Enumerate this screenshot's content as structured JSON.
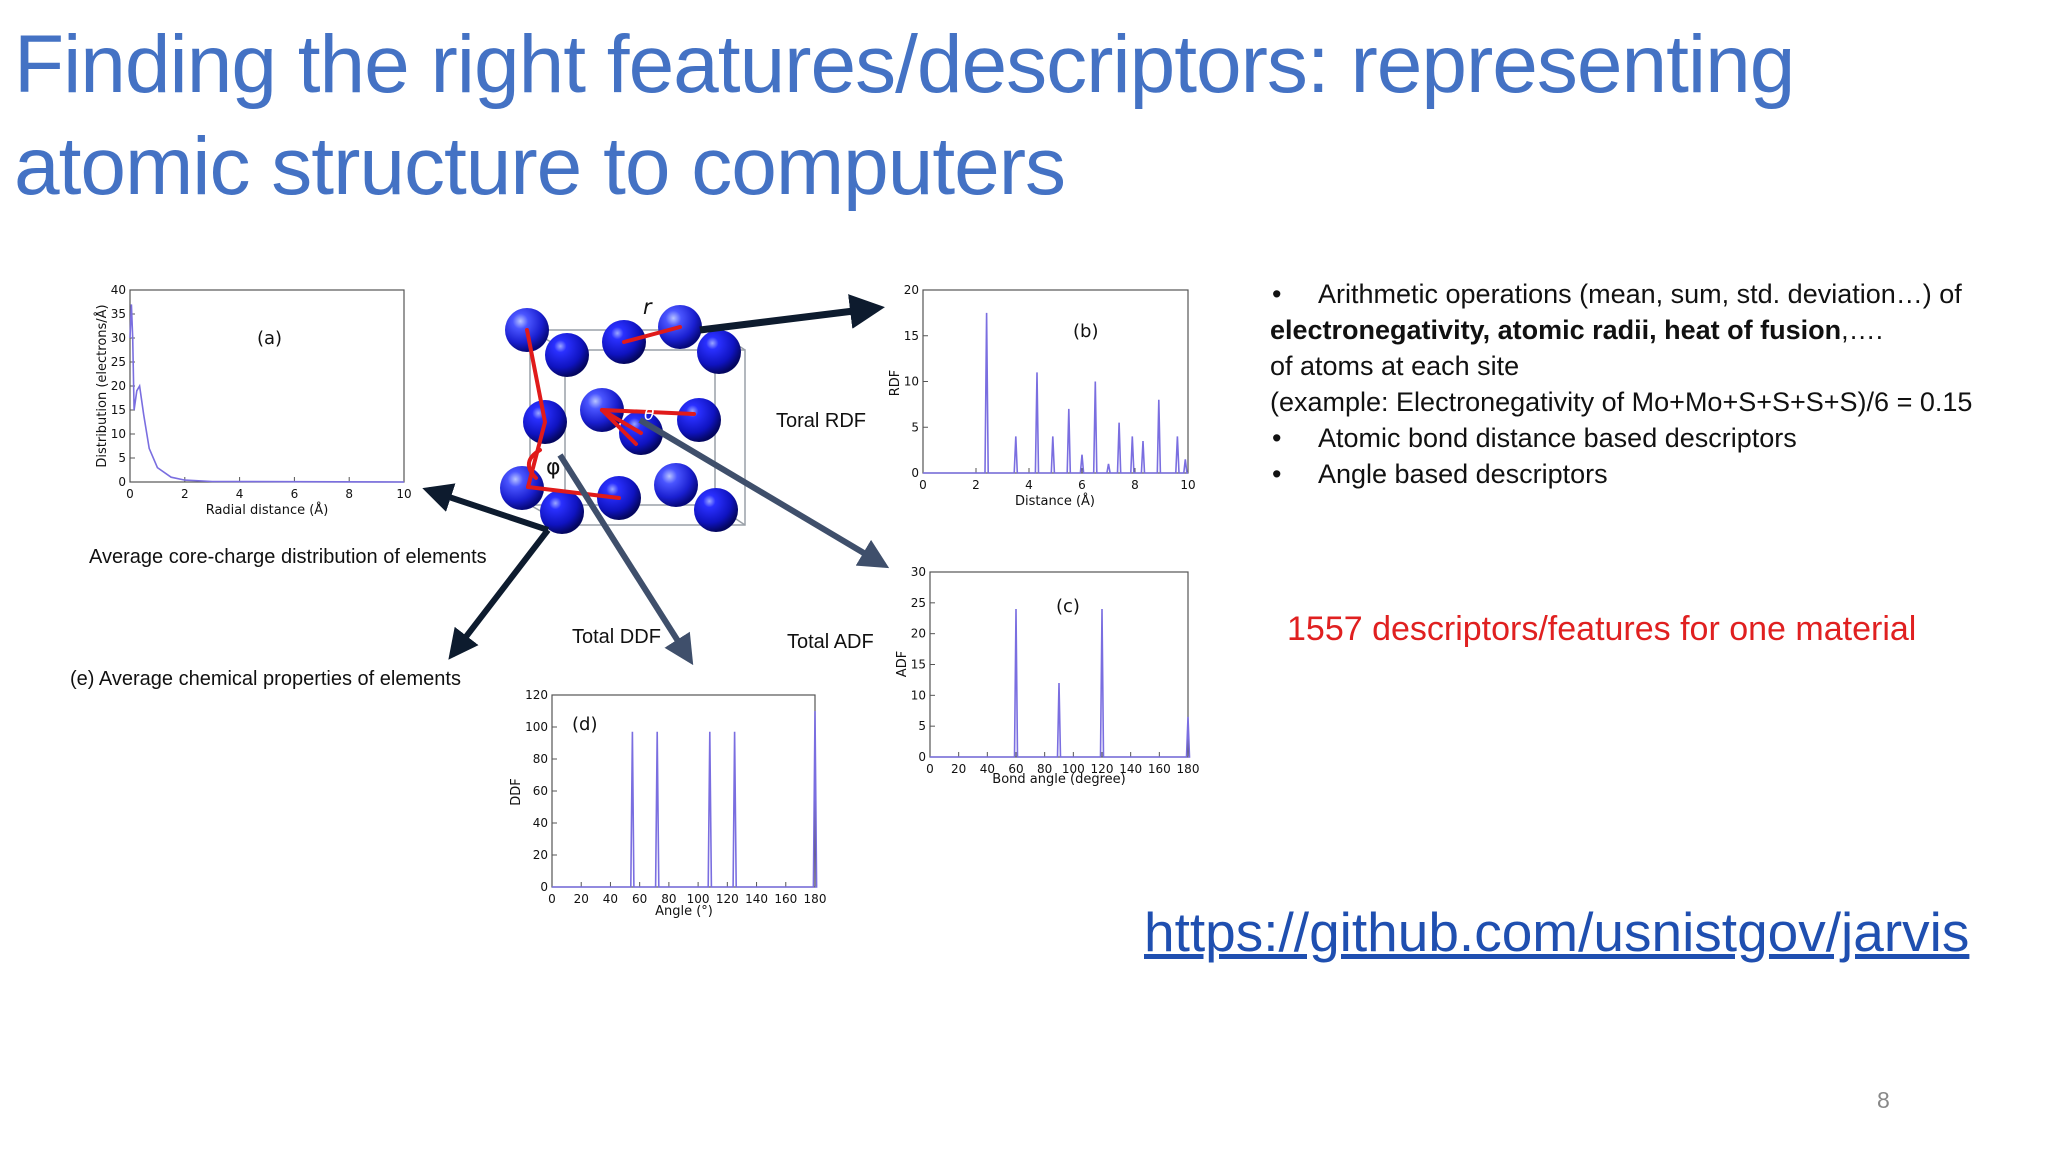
{
  "slide": {
    "title_line1": "Finding the right features/descriptors: representing",
    "title_line2": "atomic structure to computers",
    "bullets": {
      "b1": "Arithmetic operations (mean, sum, std. deviation…) of",
      "b1_bold": "electronegativity, atomic radii, heat of fusion",
      "b1_end": ",….",
      "b1_line3": "of atoms at each site",
      "b1_line4": "(example: Electronegativity  of Mo+Mo+S+S+S+S)/6 = 0.15",
      "b2": "Atomic bond distance based descriptors",
      "b3": "Angle based descriptors"
    },
    "highlight": "1557 descriptors/features for one material",
    "link": "https://github.com/usnistgov/jarvis",
    "page_number": "8",
    "colors": {
      "title": "#4472C4",
      "highlight": "#e02020",
      "link": "#1f4fb0"
    }
  },
  "figure": {
    "labels": {
      "core_charge": "Average core-charge distribution of elements",
      "chem_props": "(e) Average chemical properties of elements",
      "rdf": "Toral RDF",
      "ddf": "Total DDF",
      "adf": "Total ADF",
      "r": "r",
      "theta": "θ",
      "phi": "φ"
    },
    "panels": [
      {
        "id": "a",
        "label": "(a)",
        "xlabel": "Radial distance (Å)",
        "ylabel": "Distribution (electrons/Å)",
        "xticks": [
          "0",
          "2",
          "4",
          "6",
          "8",
          "10"
        ],
        "yticks": [
          "0",
          "5",
          "10",
          "15",
          "20",
          "25",
          "30",
          "35",
          "40"
        ]
      },
      {
        "id": "b",
        "label": "(b)",
        "xlabel": "Distance (Å)",
        "ylabel": "RDF",
        "xticks": [
          "0",
          "2",
          "4",
          "6",
          "8",
          "10"
        ],
        "yticks": [
          "0",
          "5",
          "10",
          "15",
          "20"
        ]
      },
      {
        "id": "c",
        "label": "(c)",
        "xlabel": "Bond angle (degree)",
        "ylabel": "ADF",
        "xticks": [
          "0",
          "20",
          "40",
          "60",
          "80",
          "100",
          "120",
          "140",
          "160",
          "180"
        ],
        "yticks": [
          "0",
          "5",
          "10",
          "15",
          "20",
          "25",
          "30"
        ]
      },
      {
        "id": "d",
        "label": "(d)",
        "xlabel": "Angle (°)",
        "ylabel": "DDF",
        "xticks": [
          "0",
          "20",
          "40",
          "60",
          "80",
          "100",
          "120",
          "140",
          "160",
          "180"
        ],
        "yticks": [
          "0",
          "20",
          "40",
          "60",
          "80",
          "100",
          "120"
        ]
      }
    ]
  },
  "chart_data": [
    {
      "type": "line",
      "title": "(a)",
      "xlabel": "Radial distance (Å)",
      "ylabel": "Distribution (electrons/Å)",
      "xlim": [
        0,
        10
      ],
      "ylim": [
        0,
        40
      ],
      "series": [
        {
          "x": [
            0,
            0.05,
            0.1,
            0.15,
            0.25,
            0.35,
            0.5,
            0.7,
            1.0,
            1.5,
            2,
            3,
            10
          ],
          "y": [
            30,
            37,
            30,
            15,
            19,
            20,
            14,
            7,
            3,
            1,
            0.4,
            0.1,
            0
          ]
        }
      ]
    },
    {
      "type": "line",
      "title": "(b)",
      "xlabel": "Distance (Å)",
      "ylabel": "RDF",
      "xlim": [
        0,
        10
      ],
      "ylim": [
        0,
        20
      ],
      "series": [
        {
          "peaks_x": [
            2.4,
            3.5,
            4.3,
            4.9,
            5.5,
            6.0,
            6.5,
            7.0,
            7.4,
            7.9,
            8.3,
            8.9,
            9.6,
            9.9
          ],
          "peaks_y": [
            17.5,
            4,
            11,
            4,
            7,
            2,
            10,
            1,
            5.5,
            4,
            3.5,
            8,
            4,
            1.5
          ]
        }
      ]
    },
    {
      "type": "line",
      "title": "(c)",
      "xlabel": "Bond angle (degree)",
      "ylabel": "ADF",
      "xlim": [
        0,
        180
      ],
      "ylim": [
        0,
        30
      ],
      "series": [
        {
          "peaks_x": [
            60,
            90,
            120,
            180
          ],
          "peaks_y": [
            24,
            12,
            24,
            6.5
          ]
        }
      ]
    },
    {
      "type": "line",
      "title": "(d)",
      "xlabel": "Angle (°)",
      "ylabel": "DDF",
      "xlim": [
        0,
        180
      ],
      "ylim": [
        0,
        120
      ],
      "series": [
        {
          "peaks_x": [
            55,
            72,
            108,
            125,
            180
          ],
          "peaks_y": [
            97,
            97,
            97,
            97,
            110
          ]
        }
      ]
    }
  ]
}
